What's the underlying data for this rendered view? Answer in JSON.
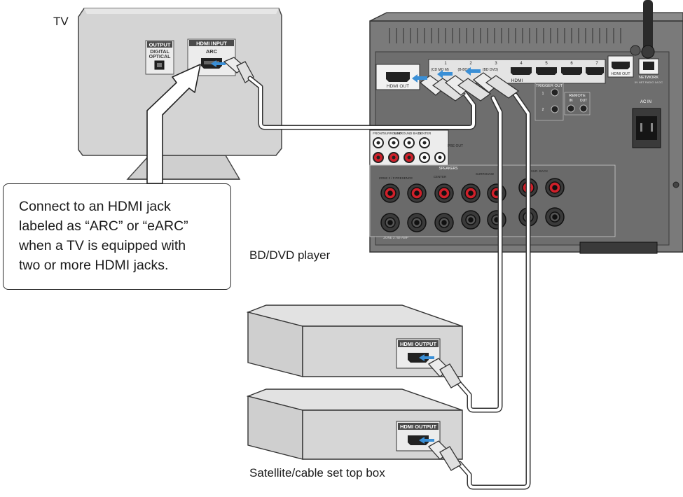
{
  "labels": {
    "tv": "TV",
    "bd_dvd": "BD/DVD player",
    "satellite": "Satellite/cable set top box"
  },
  "callout": {
    "lines": [
      "Connect to an HDMI jack",
      "labeled as “ARC” or “eARC”",
      "when a TV is equipped with",
      "two or more HDMI jacks."
    ]
  },
  "tv_panel": {
    "output_title": "OUTPUT",
    "output_sub1": "DIGITAL",
    "output_sub2": "OPTICAL",
    "hdmi_input_title": "HDMI INPUT",
    "arc": "ARC"
  },
  "devices": {
    "bd_port_label": "HDMI OUTPUT",
    "stb_port_label": "HDMI OUTPUT"
  },
  "receiver": {
    "hdmi_out": "HDMI OUT",
    "hdmi_out_zone": "HDMI OUT",
    "hdmi": "HDMI",
    "inputs": [
      "1",
      "2",
      "3",
      "4",
      "5",
      "6",
      "7"
    ],
    "input_names": [
      "(CD MO M)",
      "(B-BOX)",
      "(BD DVD)"
    ],
    "trigger_out": "TRIGGER OUT",
    "trigger_1": "1",
    "trigger_2": "2",
    "remote": "REMOTE",
    "remote_in": "IN",
    "remote_out": "OUT",
    "ac_in": "AC IN",
    "network": "NETWORK",
    "network_sub": "5V  NET RADIO  1A  DC",
    "pre_out": "PRE OUT",
    "speakers": "SPEAKERS",
    "front": "FRONT",
    "surround": "SURROUND",
    "surround_back": "SURROUND BACK",
    "center": "CENTER",
    "zone": "ZONE 2 / F.PRESENCE",
    "zone_bottom": "ZONE 2 / BI-AMP",
    "surround_label": "SURROUND",
    "sb_label": "SUR. BACK",
    "center_label": "CENTER"
  },
  "colors": {
    "device_fill": "#d6d6d6",
    "receiver_fill": "#7a7a7a",
    "receiver_dark": "#5e5e5e",
    "cable": "#8c8c8c",
    "arrow_blue": "#3a8fd6",
    "red_terminal": "#d0202a"
  }
}
